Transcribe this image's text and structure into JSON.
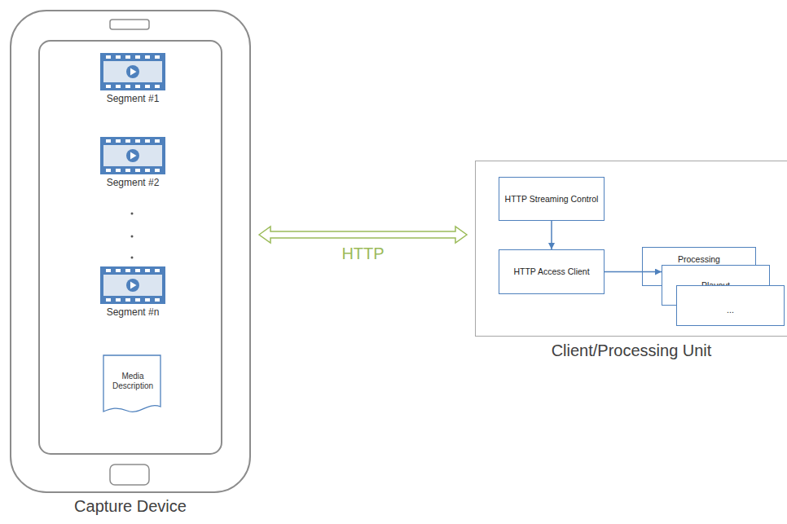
{
  "diagram": {
    "nodes": [
      {
        "text": [
          "Capture Device"
        ]
      },
      {
        "text": [
          "Segment #1"
        ],
        "in": 0
      },
      {
        "text": [
          "Segment #2"
        ],
        "in": 0
      },
      {
        "text": [
          "Segment #n"
        ],
        "in": 0
      },
      {
        "text": [
          "Media Description"
        ],
        "in": 0
      },
      {
        "text": [
          "Client/Processing Unit"
        ]
      },
      {
        "text": [
          "HTTP Streaming Control"
        ],
        "in": 5
      },
      {
        "text": [
          "HTTP Access Client"
        ],
        "in": 5
      },
      {
        "text": [
          "Processing"
        ],
        "in": 5
      },
      {
        "text": [
          "Playout"
        ],
        "in": 5
      },
      {
        "text": [
          "..."
        ],
        "in": 5
      }
    ],
    "edges": [
      {
        "from": 0,
        "to": 5,
        "label": "HTTP",
        "arrow": "both"
      },
      {
        "from": 6,
        "to": 7,
        "arrow": "to"
      },
      {
        "from": 7,
        "to": 9,
        "arrow": "to"
      }
    ]
  }
}
